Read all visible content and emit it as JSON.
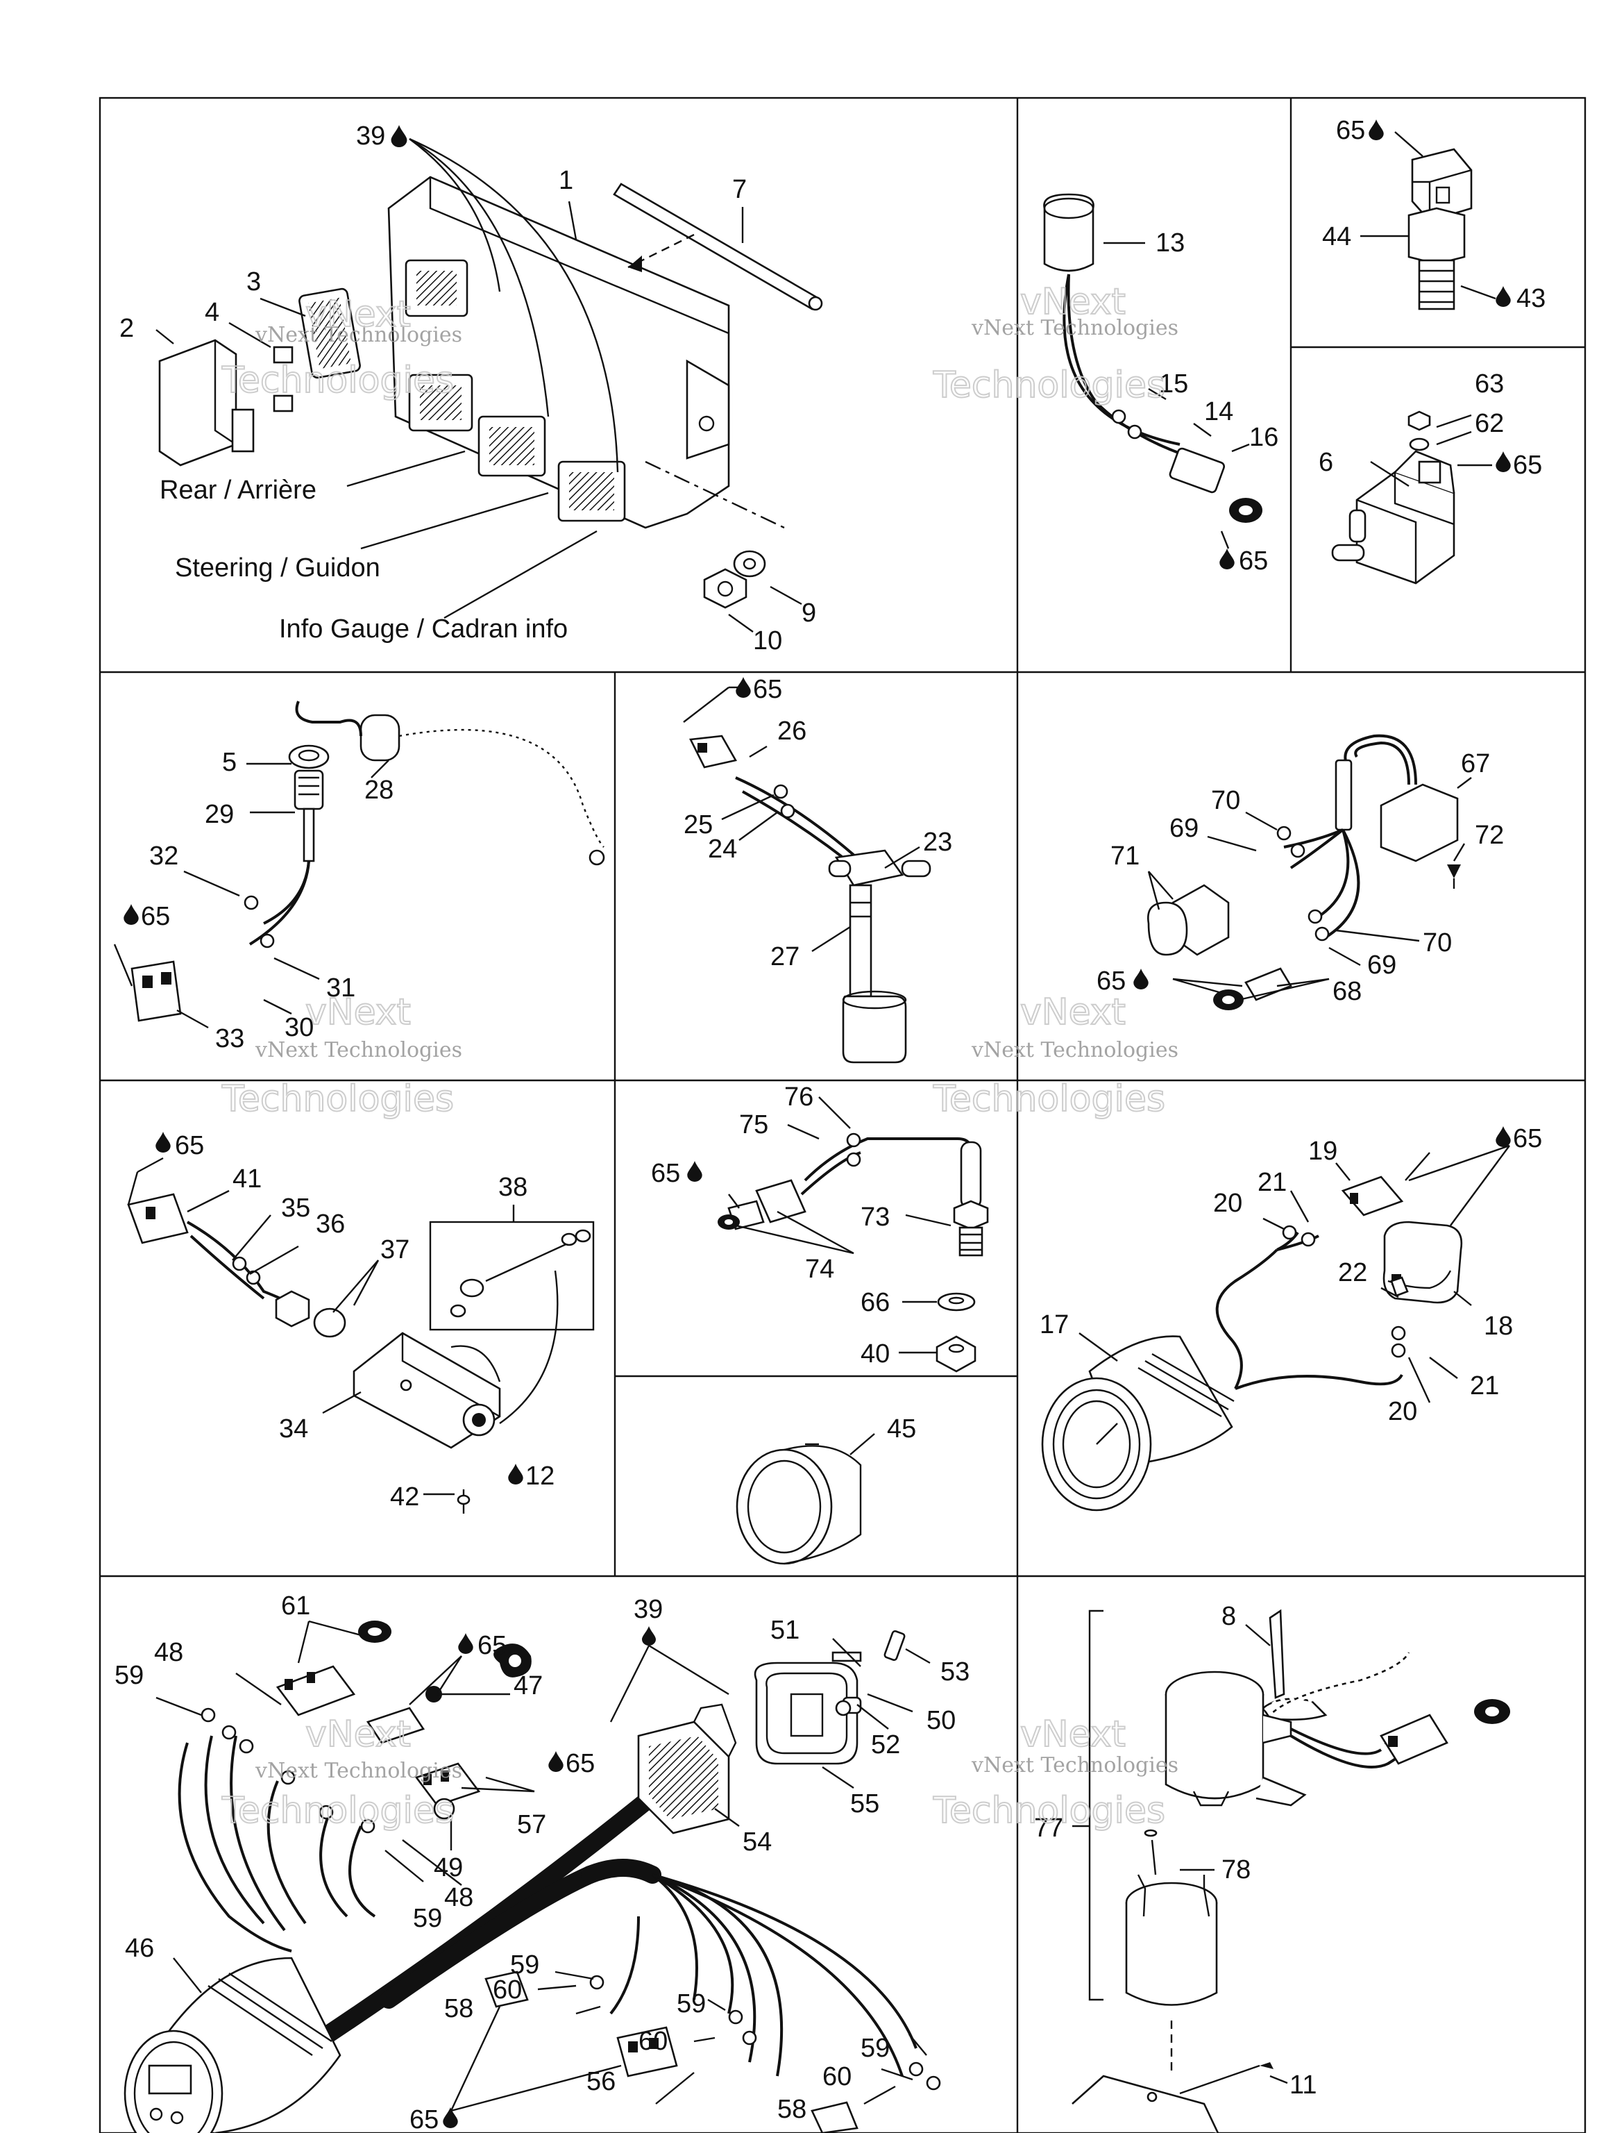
{
  "callouts": {
    "c1": "1",
    "c2": "2",
    "c3": "3",
    "c4": "4",
    "c5": "5",
    "c6": "6",
    "c7": "7",
    "c8": "8",
    "c9": "9",
    "c10": "10",
    "c11": "11",
    "c12": "12",
    "c13": "13",
    "c14": "14",
    "c15": "15",
    "c16": "16",
    "c17": "17",
    "c18": "18",
    "c19": "19",
    "c20": "20",
    "c21": "21",
    "c22": "22",
    "c23": "23",
    "c24": "24",
    "c25": "25",
    "c26": "26",
    "c27": "27",
    "c28": "28",
    "c29": "29",
    "c30": "30",
    "c31": "31",
    "c32": "32",
    "c33": "33",
    "c34": "34",
    "c35": "35",
    "c36": "36",
    "c37": "37",
    "c38": "38",
    "c39": "39",
    "c40": "40",
    "c41": "41",
    "c42": "42",
    "c43": "43",
    "c44": "44",
    "c45": "45",
    "c46": "46",
    "c47": "47",
    "c48": "48",
    "c49": "49",
    "c50": "50",
    "c51": "51",
    "c52": "52",
    "c53": "53",
    "c54": "54",
    "c55": "55",
    "c56": "56",
    "c57": "57",
    "c58": "58",
    "c59": "59",
    "c60": "60",
    "c61": "61",
    "c62": "62",
    "c63": "63",
    "c65": "65",
    "c66": "66",
    "c67": "67",
    "c68": "68",
    "c69": "69",
    "c70": "70",
    "c71": "71",
    "c72": "72",
    "c73": "73",
    "c74": "74",
    "c75": "75",
    "c76": "76",
    "c77": "77",
    "c78": "78"
  },
  "captions": {
    "rear": "Rear / Arrière",
    "steering": "Steering / Guidon",
    "info_gauge": "Info Gauge / Cadran info"
  },
  "watermark": {
    "line1": "vNext Technologies",
    "line2": "Technologies",
    "line3": "vNext"
  },
  "icons": {
    "lubricant": "oil-drop-icon"
  }
}
